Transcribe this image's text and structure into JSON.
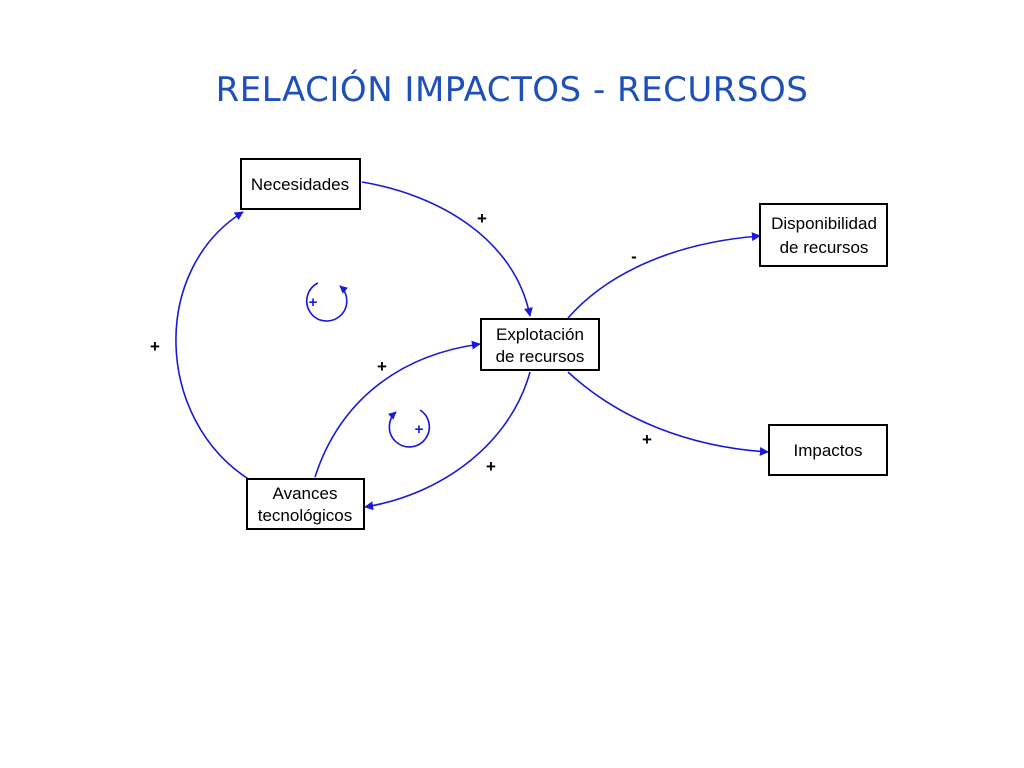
{
  "title": "RELACIÓN IMPACTOS - RECURSOS",
  "nodes": {
    "necesidades": [
      "Necesidades"
    ],
    "explotacion": [
      "Explotación",
      "de recursos"
    ],
    "disponibilidad": [
      "Disponibilidad",
      "de recursos"
    ],
    "impactos": [
      "Impactos"
    ],
    "avances": [
      "Avances",
      "tecnológicos"
    ]
  },
  "links": {
    "necesidades_explotacion": "+",
    "explotacion_disponibilidad": "-",
    "explotacion_impactos": "+",
    "avances_necesidades": "+",
    "avances_explotacion": "+",
    "explotacion_avances": "+"
  },
  "loops": {
    "upper": "+",
    "lower": "+"
  },
  "colors": {
    "title": "#1f4fb8",
    "arrows": "#1a1ad6",
    "box_border": "#000000"
  }
}
